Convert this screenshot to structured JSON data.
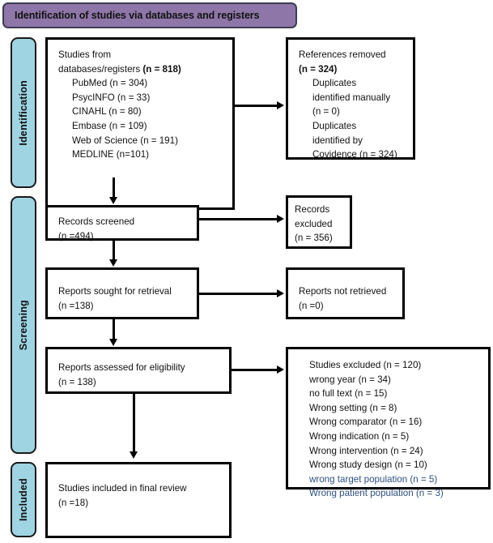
{
  "banner": {
    "title": "Identification of studies via databases and registers",
    "background_color": "#8E76A8"
  },
  "stage_labels": {
    "identification": "Identification",
    "screening": "Screening",
    "included": "Included",
    "background_color": "#9FD4E3"
  },
  "colors": {
    "box_border": "#000000",
    "text": "#111111",
    "highlight_blue": "#2E5080"
  },
  "nodes": {
    "records_identified": {
      "line1": "Studies from",
      "line2_text": "databases/registers ",
      "line2_bold": "(n = 818)",
      "sources": [
        "PubMed (n = 304)",
        "PsycINFO (n = 33)",
        "CINAHL (n = 80)",
        "Embase (n = 109)",
        "Web of Science (n = 191)",
        "MEDLINE (n=101)"
      ]
    },
    "references_removed": {
      "line1": "References removed",
      "line2_bold": "(n = 324)",
      "details": [
        "Duplicates",
        "identified manually",
        "(n = 0)",
        "Duplicates",
        "identified by",
        "Covidence (n = 324)"
      ]
    },
    "records_screened": {
      "line1": "Records screened",
      "line2": "(n =494)"
    },
    "records_excluded": {
      "line1": "Records",
      "line2": "excluded",
      "line3": "(n = 356)"
    },
    "reports_sought": {
      "line1": "Reports sought for retrieval",
      "line2": "(n =138)"
    },
    "reports_not_retrieved": {
      "line1": "Reports not retrieved",
      "line2": "(n =0)"
    },
    "reports_assessed": {
      "line1": "Reports assessed for eligibility",
      "line2": "(n = 138)"
    },
    "studies_excluded": {
      "reasons": [
        {
          "text": "Studies excluded (n = 120)",
          "blue": false
        },
        {
          "text": "wrong year (n = 34)",
          "blue": false
        },
        {
          "text": "no full text (n = 15)",
          "blue": false
        },
        {
          "text": "Wrong setting (n = 8)",
          "blue": false
        },
        {
          "text": "Wrong comparator (n = 16)",
          "blue": false
        },
        {
          "text": "Wrong indication (n = 5)",
          "blue": false
        },
        {
          "text": "Wrong intervention (n = 24)",
          "blue": false
        },
        {
          "text": "Wrong study design (n = 10)",
          "blue": false
        },
        {
          "text": "wrong target population (n = 5)",
          "blue": true
        },
        {
          "text": "Wrong patient population (n = 3)",
          "blue": true
        }
      ]
    },
    "studies_included": {
      "line1": "Studies included in final review",
      "line2": "(n =18)"
    }
  }
}
